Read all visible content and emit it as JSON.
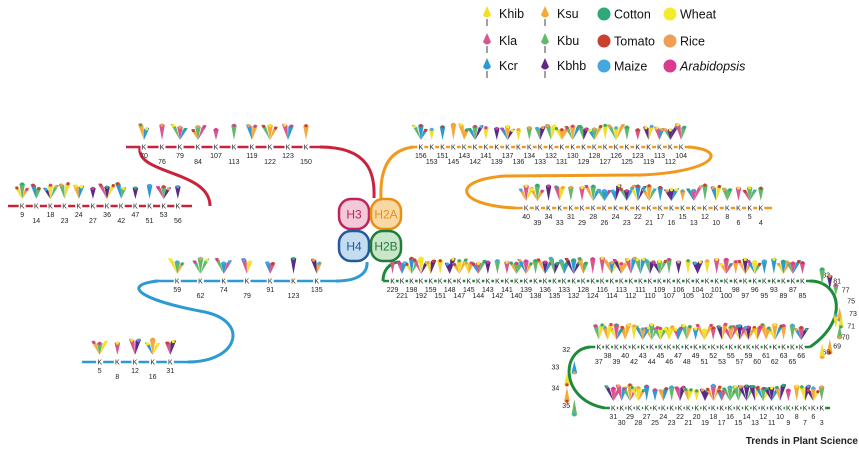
{
  "legend": {
    "marks": [
      {
        "label": "Khib",
        "color": "#F2DF2C",
        "icon": "khib-mark-icon"
      },
      {
        "label": "Ksu",
        "color": "#F4A93A",
        "icon": "ksu-mark-icon"
      },
      {
        "label": "Kla",
        "color": "#D8578E",
        "icon": "kla-mark-icon"
      },
      {
        "label": "Kbu",
        "color": "#63B86A",
        "icon": "kbu-mark-icon"
      },
      {
        "label": "Kcr",
        "color": "#2E9AD3",
        "icon": "kcr-mark-icon"
      },
      {
        "label": "Kbhb",
        "color": "#5B2A86",
        "icon": "kbhb-mark-icon"
      }
    ],
    "species": [
      {
        "label": "Cotton",
        "color": "#2DA879",
        "italic": false
      },
      {
        "label": "Wheat",
        "color": "#F4EA2E",
        "italic": false
      },
      {
        "label": "Tomato",
        "color": "#C8412E",
        "italic": false
      },
      {
        "label": "Rice",
        "color": "#EF9E53",
        "italic": false
      },
      {
        "label": "Maize",
        "color": "#43A8DE",
        "italic": false
      },
      {
        "label": "Arabidopsis",
        "color": "#DA3A90",
        "italic": true
      }
    ]
  },
  "histones": [
    {
      "label": "H3",
      "fill": "#F1C9D7",
      "text": "#C0245F"
    },
    {
      "label": "H2A",
      "fill": "#F8D9A6",
      "text": "#E98F12"
    },
    {
      "label": "H4",
      "fill": "#C4DCF0",
      "text": "#27589E"
    },
    {
      "label": "H2B",
      "fill": "#C9E6CB",
      "text": "#1E7E36"
    }
  ],
  "residue_symbol": "K",
  "chains": {
    "h3_top": {
      "color": "#C8233C",
      "positions": [
        "70",
        "76",
        "79",
        "84",
        "107",
        "113",
        "119",
        "122",
        "123",
        "150"
      ]
    },
    "h3_bottom": {
      "color": "#C8233C",
      "positions": [
        "9",
        "14",
        "18",
        "23",
        "24",
        "27",
        "36",
        "42",
        "47",
        "51",
        "53",
        "56"
      ]
    },
    "h2a_top": {
      "color": "#F09A1D",
      "positions": [
        "156",
        "153",
        "151",
        "145",
        "143",
        "142",
        "141",
        "139",
        "137",
        "136",
        "134",
        "133",
        "132",
        "131",
        "130",
        "129",
        "128",
        "127",
        "126",
        "125",
        "123",
        "119",
        "113",
        "112",
        "104"
      ]
    },
    "h2a_bottom": {
      "color": "#F09A1D",
      "positions": [
        "40",
        "39",
        "34",
        "33",
        "31",
        "29",
        "28",
        "26",
        "24",
        "23",
        "22",
        "21",
        "17",
        "16",
        "15",
        "13",
        "12",
        "10",
        "8",
        "6",
        "5",
        "4"
      ]
    },
    "h4_top": {
      "color": "#2E9AD3",
      "positions": [
        "59",
        "62",
        "74",
        "79",
        "91",
        "123",
        "135"
      ]
    },
    "h4_bottom": {
      "color": "#2E9AD3",
      "positions": [
        "5",
        "8",
        "12",
        "16",
        "31"
      ]
    },
    "h2b_row1": {
      "color": "#1E8B3A",
      "positions": [
        "229",
        "221",
        "198",
        "192",
        "159",
        "151",
        "148",
        "147",
        "145",
        "144",
        "143",
        "142",
        "141",
        "140",
        "139",
        "138",
        "136",
        "135",
        "133",
        "132",
        "128",
        "124",
        "116",
        "114",
        "113",
        "112",
        "111",
        "110",
        "109",
        "107",
        "106",
        "105",
        "104",
        "102",
        "101",
        "100",
        "98",
        "97",
        "96",
        "95",
        "93",
        "89",
        "87",
        "85"
      ]
    },
    "h2b_curve1": {
      "color": "#1E8B3A",
      "positions": [
        "83",
        "81",
        "77",
        "75",
        "73",
        "71",
        "70",
        "69",
        "68"
      ]
    },
    "h2b_row2": {
      "color": "#1E8B3A",
      "positions": [
        "66",
        "65",
        "63",
        "62",
        "61",
        "60",
        "59",
        "57",
        "55",
        "53",
        "52",
        "51",
        "49",
        "48",
        "47",
        "46",
        "45",
        "44",
        "43",
        "42",
        "40",
        "39",
        "38",
        "37"
      ]
    },
    "h2b_curve2": {
      "color": "#1E8B3A",
      "positions": [
        "35",
        "34",
        "33",
        "32"
      ]
    },
    "h2b_row3": {
      "color": "#1E8B3A",
      "positions": [
        "31",
        "30",
        "29",
        "28",
        "27",
        "25",
        "24",
        "23",
        "22",
        "21",
        "20",
        "19",
        "18",
        "17",
        "16",
        "15",
        "14",
        "13",
        "12",
        "11",
        "10",
        "9",
        "8",
        "7",
        "6",
        "3"
      ]
    }
  },
  "credit": "Trends in Plant Science"
}
